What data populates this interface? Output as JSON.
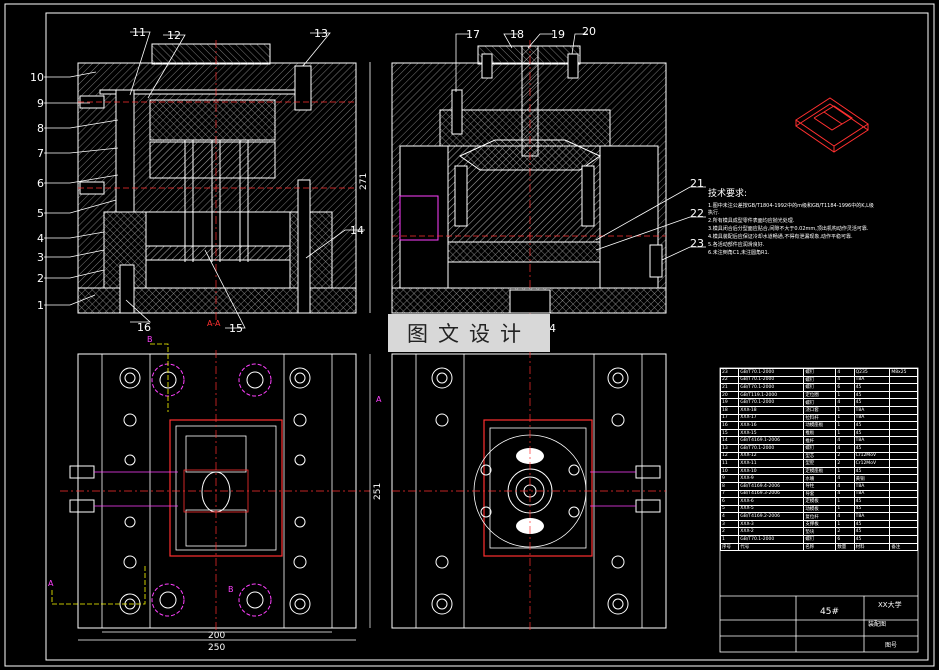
{
  "drawing": {
    "part_labels": [
      "1",
      "2",
      "3",
      "4",
      "5",
      "6",
      "7",
      "8",
      "9",
      "10",
      "11",
      "12",
      "13",
      "14",
      "15",
      "16",
      "17",
      "18",
      "19",
      "20",
      "21",
      "22",
      "23"
    ],
    "section_label": "A-A",
    "dims": {
      "height_main": "271",
      "height_top": "251",
      "width_inner": "200",
      "width_outer": "250"
    },
    "view_marks": {
      "a": "A",
      "b": "B"
    },
    "partial_label": "4"
  },
  "watermark": "图文设计",
  "tech_notes": {
    "heading": "技术要求:",
    "lines": [
      "1.图中未注公差按GB/T1804-1992中的m级和GB/T1184-1996中的K,L级执行.",
      "2.所有模具成型零件表面均应抛光处理.",
      "3.模具闭合后分型面应贴合,间隙不大于0.02mm,顶出机构动作灵活可靠.",
      "4.模具装配后应保证冷却水道畅通,不得有泄漏现象,动作平稳可靠.",
      "5.各活动部件应润滑良好.",
      "6.未注倒角C1,未注圆角R1."
    ]
  },
  "bom": {
    "rows": [
      [
        "23",
        "GB/T70.1-2000",
        "螺钉",
        "4",
        "Q235",
        "M8x25"
      ],
      [
        "22",
        "GB/T70.1-2000",
        "螺钉",
        "4",
        "T8A",
        ""
      ],
      [
        "21",
        "GB/T70.1-2000",
        "螺钉",
        "6",
        "45",
        ""
      ],
      [
        "20",
        "GB/T119.1-2000",
        "定位圈",
        "1",
        "45",
        ""
      ],
      [
        "19",
        "GB/T70.1-2000",
        "螺钉",
        "4",
        "45",
        ""
      ],
      [
        "18",
        "XXX-18",
        "浇口套",
        "1",
        "T8A",
        ""
      ],
      [
        "17",
        "XXX-17",
        "拉料杆",
        "1",
        "T8A",
        ""
      ],
      [
        "16",
        "XXX-16",
        "动模座板",
        "1",
        "45",
        ""
      ],
      [
        "15",
        "XXX-15",
        "推板",
        "1",
        "45",
        ""
      ],
      [
        "14",
        "GB/T4169.1-2006",
        "推杆",
        "4",
        "T8A",
        ""
      ],
      [
        "13",
        "GB/T70.1-2000",
        "螺钉",
        "4",
        "45",
        ""
      ],
      [
        "12",
        "XXX-12",
        "型芯",
        "2",
        "Cr12MoV",
        ""
      ],
      [
        "11",
        "XXX-11",
        "型腔",
        "2",
        "Cr12MoV",
        ""
      ],
      [
        "10",
        "XXX-10",
        "定模座板",
        "1",
        "45",
        ""
      ],
      [
        "9",
        "XXX-9",
        "水嘴",
        "4",
        "黄铜",
        ""
      ],
      [
        "8",
        "GB/T4169.4-2006",
        "导柱",
        "4",
        "T8A",
        ""
      ],
      [
        "7",
        "GB/T4169.3-2006",
        "导套",
        "4",
        "T8A",
        ""
      ],
      [
        "6",
        "XXX-6",
        "定模板",
        "1",
        "45",
        ""
      ],
      [
        "5",
        "XXX-5",
        "动模板",
        "1",
        "45",
        ""
      ],
      [
        "4",
        "GB/T4169.2-2006",
        "复位杆",
        "4",
        "T8A",
        ""
      ],
      [
        "3",
        "XXX-3",
        "支撑板",
        "1",
        "45",
        ""
      ],
      [
        "2",
        "XXX-2",
        "垫块",
        "2",
        "45",
        ""
      ],
      [
        "1",
        "GB/T70.1-2000",
        "螺钉",
        "6",
        "45",
        ""
      ],
      [
        "序号",
        "代号",
        "名称",
        "数量",
        "材料",
        "备注"
      ]
    ]
  },
  "title_block": {
    "material": "45#",
    "company": "XX大学",
    "drawing_name": "装配图",
    "drawing_no": "图号"
  }
}
